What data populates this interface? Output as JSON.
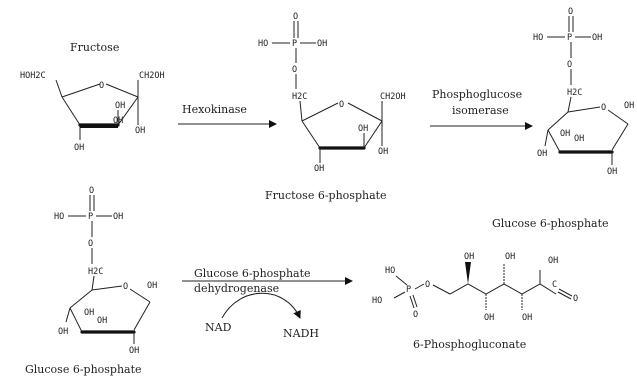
{
  "molecules": {
    "fructose": "Fructose",
    "fructose_6_phosphate": "Fructose 6-phosphate",
    "glucose_6_phosphate_top": "Glucose 6-phosphate",
    "glucose_6_phosphate_bottom": "Glucose 6-phosphate",
    "phosphogluconate": "6-Phosphogluconate"
  },
  "enzymes": {
    "hexokinase": "Hexokinase",
    "isomerase_line1": "Phosphoglucose",
    "isomerase_line2": "isomerase",
    "g6pd_line1": "Glucose 6-phosphate",
    "g6pd_line2": "dehydrogenase"
  },
  "cofactors": {
    "nad": "NAD",
    "nadh": "NADH"
  },
  "atoms": {
    "HO": "HO",
    "OH": "OH",
    "O": "O",
    "P": "P",
    "H2C": "H2C",
    "HOH2C": "HOH2C",
    "CH2OH": "CH2OH",
    "C": "C"
  }
}
